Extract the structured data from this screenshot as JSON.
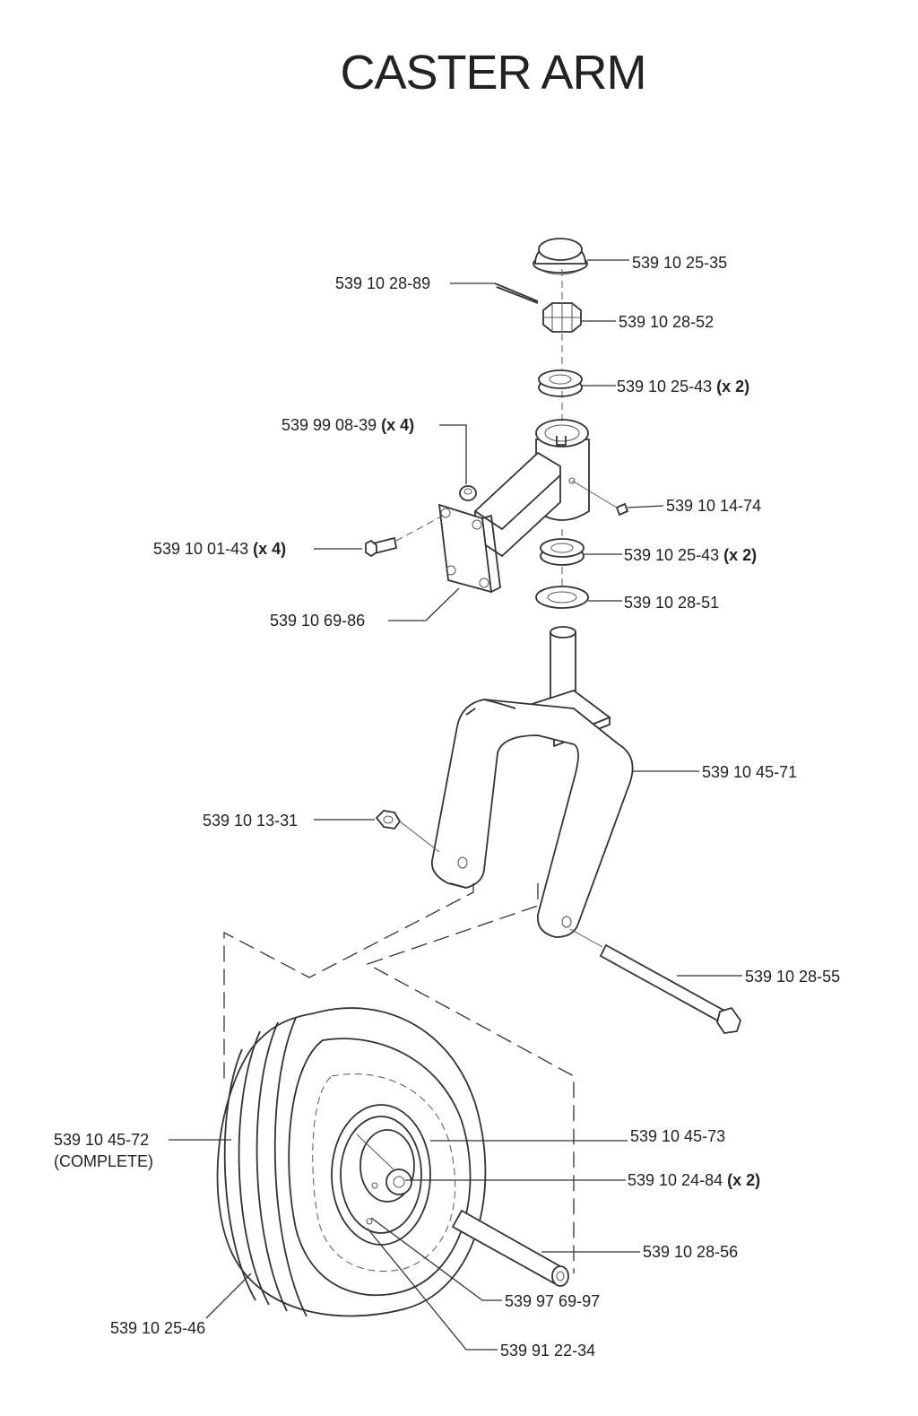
{
  "title": "CASTER ARM",
  "parts": [
    {
      "id": "cap",
      "number": "539 10 25-35",
      "qty": ""
    },
    {
      "id": "cotter-pin",
      "number": "539 10 28-89",
      "qty": ""
    },
    {
      "id": "castle-nut",
      "number": "539 10 28-52",
      "qty": ""
    },
    {
      "id": "upper-bearing",
      "number": "539 10 25-43",
      "qty": "(x 2)"
    },
    {
      "id": "arm-nut",
      "number": "539 99 08-39",
      "qty": "(x 4)"
    },
    {
      "id": "grease-fitting",
      "number": "539 10 14-74",
      "qty": ""
    },
    {
      "id": "arm-bolt",
      "number": "539 10 01-43",
      "qty": "(x 4)"
    },
    {
      "id": "lower-bearing",
      "number": "539 10 25-43",
      "qty": "(x 2)"
    },
    {
      "id": "seal",
      "number": "539 10 28-51",
      "qty": ""
    },
    {
      "id": "caster-arm",
      "number": "539 10 69-86",
      "qty": ""
    },
    {
      "id": "fork",
      "number": "539 10 45-71",
      "qty": ""
    },
    {
      "id": "fork-nut",
      "number": "539 10 13-31",
      "qty": ""
    },
    {
      "id": "axle-bolt",
      "number": "539 10 28-55",
      "qty": ""
    },
    {
      "id": "wheel-complete",
      "number": "539 10 45-72",
      "qty": "",
      "note": "(COMPLETE)"
    },
    {
      "id": "rim",
      "number": "539 10 45-73",
      "qty": ""
    },
    {
      "id": "wheel-bearing",
      "number": "539 10 24-84",
      "qty": "(x 2)"
    },
    {
      "id": "spacer-tube",
      "number": "539 10 28-56",
      "qty": ""
    },
    {
      "id": "valve",
      "number": "539 97 69-97",
      "qty": ""
    },
    {
      "id": "tire",
      "number": "539 10 25-46",
      "qty": ""
    },
    {
      "id": "fitting",
      "number": "539 91 22-34",
      "qty": ""
    }
  ]
}
